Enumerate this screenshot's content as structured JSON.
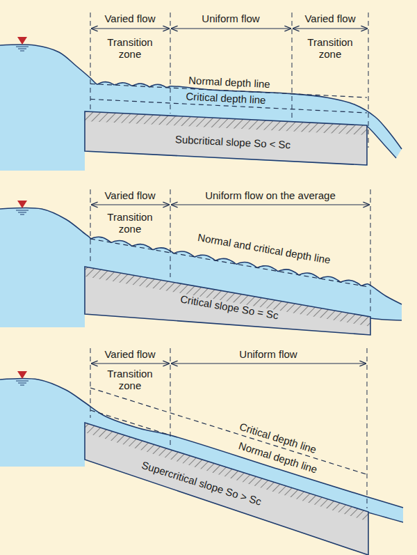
{
  "diagram": {
    "labels": [
      "Varied flow",
      "Uniform flow",
      "Varied flow",
      "Transition zone",
      "Transition zone",
      "Normal depth line",
      "Critical depth line",
      "Subcritical slope So < Sc",
      "Varied flow",
      "Uniform flow on the average",
      "Transition zone",
      "Normal and critical depth line",
      "Critical slope So = Sc",
      "Varied flow",
      "Uniform flow",
      "Transition zone",
      "Critical depth line",
      "Normal depth line",
      "Supercritical slope So > Sc"
    ]
  }
}
